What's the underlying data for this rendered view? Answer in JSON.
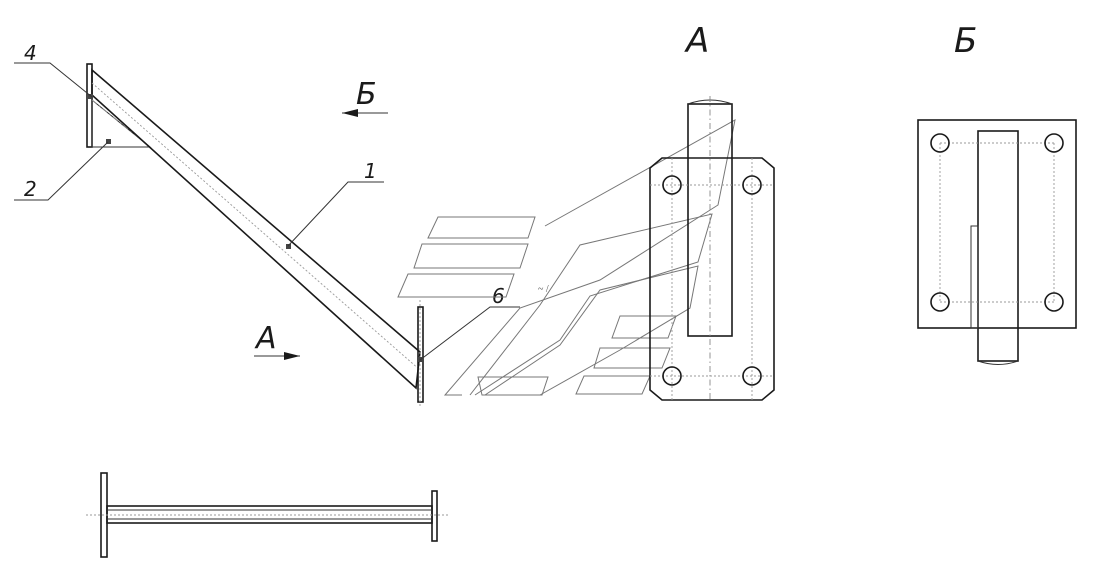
{
  "labels": {
    "part_1": "1",
    "part_2": "2",
    "part_4": "4",
    "part_6": "6",
    "view_a_marker": "А",
    "view_b_marker": "Б",
    "view_a_title": "А",
    "view_b_title": "Б"
  }
}
